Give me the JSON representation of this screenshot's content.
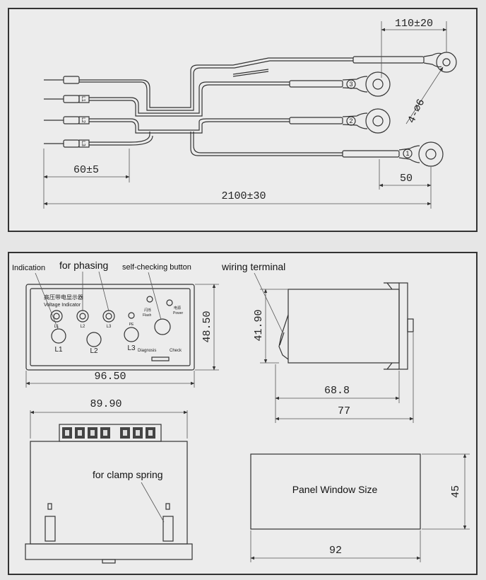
{
  "cable": {
    "dim_tip": "110±20",
    "dim_hole": "4-⌀6",
    "dim_sleeve": "60±5",
    "dim_lug": "50",
    "dim_length": "2100±30",
    "terminals": [
      "3",
      "2",
      "1"
    ],
    "wire_tags": [
      "L1",
      "L2",
      "L3"
    ]
  },
  "front": {
    "label_indication": "Indication",
    "label_phasing": "for phasing",
    "label_selfcheck": "self-checking button",
    "title_cn": "高压带电显示器",
    "title_en": "Voltage  Indicator",
    "jacks": [
      "L1",
      "L2",
      "L3"
    ],
    "lamps": [
      "L1",
      "L2",
      "L3"
    ],
    "pe": "PE",
    "flash_cn": "闪烁",
    "flash_en": "Flash",
    "power_cn": "电源",
    "power_en": "Power",
    "diag": "Diagnosis",
    "check": "Check",
    "dim_width": "96.50",
    "dim_height": "48.50"
  },
  "side": {
    "label_terminal": "wiring terminal",
    "dim_height": "41.90",
    "dim_body": "68.8",
    "dim_total": "77"
  },
  "top": {
    "dim_width": "89.90",
    "label_clamp": "for clamp spring"
  },
  "window": {
    "label": "Panel Window Size",
    "dim_width": "92",
    "dim_height": "45"
  }
}
